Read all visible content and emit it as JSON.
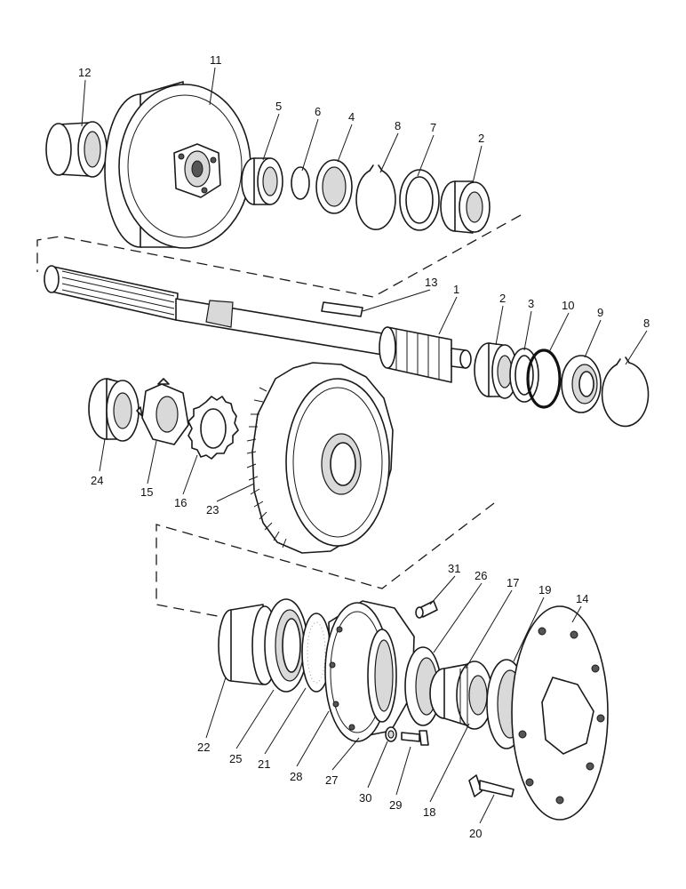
{
  "diagram": {
    "callouts": [
      {
        "id": "c12",
        "label": "12"
      },
      {
        "id": "c11",
        "label": "11"
      },
      {
        "id": "c5",
        "label": "5"
      },
      {
        "id": "c6",
        "label": "6"
      },
      {
        "id": "c4",
        "label": "4"
      },
      {
        "id": "c8a",
        "label": "8"
      },
      {
        "id": "c7",
        "label": "7"
      },
      {
        "id": "c2a",
        "label": "2"
      },
      {
        "id": "c13",
        "label": "13"
      },
      {
        "id": "c1",
        "label": "1"
      },
      {
        "id": "c2b",
        "label": "2"
      },
      {
        "id": "c3",
        "label": "3"
      },
      {
        "id": "c10",
        "label": "10"
      },
      {
        "id": "c9",
        "label": "9"
      },
      {
        "id": "c8b",
        "label": "8"
      },
      {
        "id": "c24",
        "label": "24"
      },
      {
        "id": "c15",
        "label": "15"
      },
      {
        "id": "c16",
        "label": "16"
      },
      {
        "id": "c23",
        "label": "23"
      },
      {
        "id": "c31",
        "label": "31"
      },
      {
        "id": "c26",
        "label": "26"
      },
      {
        "id": "c17",
        "label": "17"
      },
      {
        "id": "c19",
        "label": "19"
      },
      {
        "id": "c14",
        "label": "14"
      },
      {
        "id": "c22",
        "label": "22"
      },
      {
        "id": "c25",
        "label": "25"
      },
      {
        "id": "c21",
        "label": "21"
      },
      {
        "id": "c28",
        "label": "28"
      },
      {
        "id": "c27",
        "label": "27"
      },
      {
        "id": "c30",
        "label": "30"
      },
      {
        "id": "c29",
        "label": "29"
      },
      {
        "id": "c18",
        "label": "18"
      },
      {
        "id": "c20",
        "label": "20"
      }
    ]
  }
}
